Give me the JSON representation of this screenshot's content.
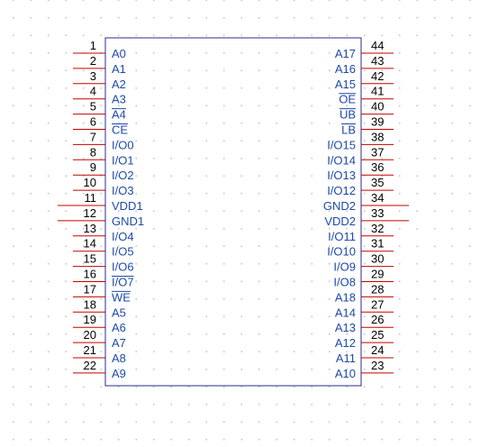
{
  "component": {
    "left_pins": [
      {
        "number": "1",
        "name": "A0",
        "overbar": false
      },
      {
        "number": "2",
        "name": "A1",
        "overbar": false
      },
      {
        "number": "3",
        "name": "A2",
        "overbar": false
      },
      {
        "number": "4",
        "name": "A3",
        "overbar": false
      },
      {
        "number": "5",
        "name": "A4",
        "overbar": true
      },
      {
        "number": "6",
        "name": "CE",
        "overbar": true
      },
      {
        "number": "7",
        "name": "I/O0",
        "overbar": false
      },
      {
        "number": "8",
        "name": "I/O1",
        "overbar": false
      },
      {
        "number": "9",
        "name": "I/O2",
        "overbar": false
      },
      {
        "number": "10",
        "name": "I/O3",
        "overbar": false
      },
      {
        "number": "11",
        "name": "VDD1",
        "overbar": false,
        "long": true
      },
      {
        "number": "12",
        "name": "GND1",
        "overbar": false,
        "long": true
      },
      {
        "number": "13",
        "name": "I/O4",
        "overbar": false
      },
      {
        "number": "14",
        "name": "I/O5",
        "overbar": false
      },
      {
        "number": "15",
        "name": "I/O6",
        "overbar": false
      },
      {
        "number": "16",
        "name": "I/O7",
        "overbar": true
      },
      {
        "number": "17",
        "name": "WE",
        "overbar": true
      },
      {
        "number": "18",
        "name": "A5",
        "overbar": false
      },
      {
        "number": "19",
        "name": "A6",
        "overbar": false
      },
      {
        "number": "20",
        "name": "A7",
        "overbar": false
      },
      {
        "number": "21",
        "name": "A8",
        "overbar": false
      },
      {
        "number": "22",
        "name": "A9",
        "overbar": false
      }
    ],
    "right_pins": [
      {
        "number": "44",
        "name": "A17",
        "overbar": false
      },
      {
        "number": "43",
        "name": "A16",
        "overbar": false
      },
      {
        "number": "42",
        "name": "A15",
        "overbar": false
      },
      {
        "number": "41",
        "name": "OE",
        "overbar": true
      },
      {
        "number": "40",
        "name": "UB",
        "overbar": true
      },
      {
        "number": "39",
        "name": "LB",
        "overbar": true
      },
      {
        "number": "38",
        "name": "I/O15",
        "overbar": false
      },
      {
        "number": "37",
        "name": "I/O14",
        "overbar": false
      },
      {
        "number": "36",
        "name": "I/O13",
        "overbar": false
      },
      {
        "number": "35",
        "name": "I/O12",
        "overbar": false
      },
      {
        "number": "34",
        "name": "GND2",
        "overbar": false,
        "long": true
      },
      {
        "number": "33",
        "name": "VDD2",
        "overbar": false,
        "long": true
      },
      {
        "number": "32",
        "name": "I/O11",
        "overbar": false
      },
      {
        "number": "31",
        "name": "I/O10",
        "overbar": false
      },
      {
        "number": "30",
        "name": "I/O9",
        "overbar": false
      },
      {
        "number": "29",
        "name": "I/O8",
        "overbar": false
      },
      {
        "number": "28",
        "name": "A18",
        "overbar": false
      },
      {
        "number": "27",
        "name": "A14",
        "overbar": false
      },
      {
        "number": "26",
        "name": "A13",
        "overbar": false
      },
      {
        "number": "25",
        "name": "A12",
        "overbar": false
      },
      {
        "number": "24",
        "name": "A11",
        "overbar": false
      },
      {
        "number": "23",
        "name": "A10",
        "overbar": false
      }
    ],
    "colors": {
      "pin_line": "#c80000",
      "body_outline": "#2b2b8c",
      "pin_name": "#1f4aa8",
      "pin_number": "#000000",
      "grid_dot": "#c6c6c6"
    }
  }
}
